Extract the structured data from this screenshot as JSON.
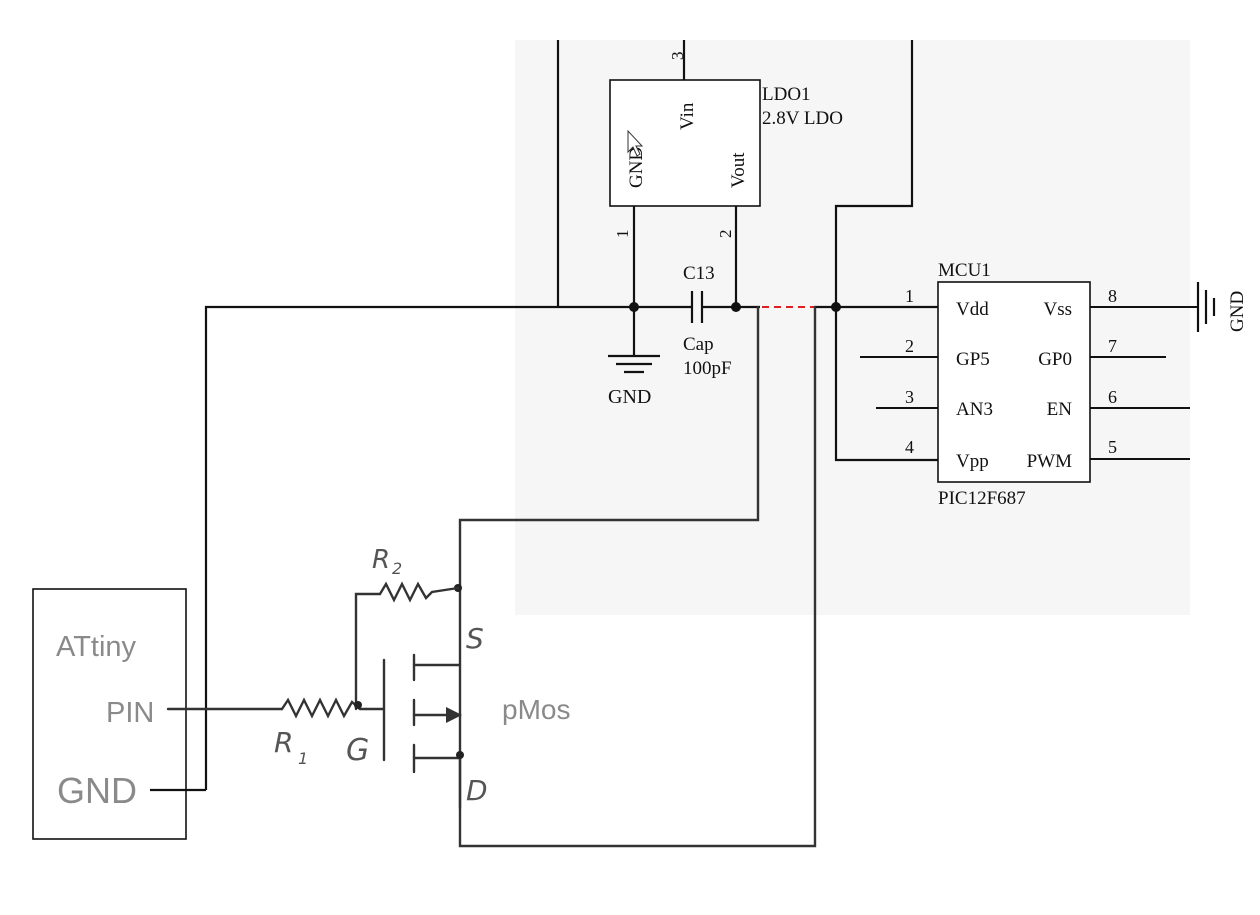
{
  "ldo": {
    "ref": "LDO1",
    "value": "2.8V LDO",
    "pin_vin": "Vin",
    "pin_gnd": "GND",
    "pin_vout": "Vout",
    "pin_num_top": "3",
    "pin_num_left": "1",
    "pin_num_right": "2"
  },
  "capacitor": {
    "ref": "C13",
    "type": "Cap",
    "value": "100pF"
  },
  "gnd_label": "GND",
  "mcu": {
    "ref": "MCU1",
    "part": "PIC12F687",
    "left_pins": [
      {
        "num": "1",
        "name": "Vdd"
      },
      {
        "num": "2",
        "name": "GP5"
      },
      {
        "num": "3",
        "name": "AN3"
      },
      {
        "num": "4",
        "name": "Vpp"
      }
    ],
    "right_pins": [
      {
        "num": "8",
        "name": "Vss"
      },
      {
        "num": "7",
        "name": "GP0"
      },
      {
        "num": "6",
        "name": "EN"
      },
      {
        "num": "5",
        "name": "PWM"
      }
    ],
    "vss_gnd_label": "GND"
  },
  "attiny": {
    "title": "ATtiny",
    "pin": "PIN",
    "gnd": "GND"
  },
  "mosfet": {
    "label": "pMos",
    "source": "S",
    "gate": "G",
    "drain": "D"
  },
  "resistors": {
    "r1": "R",
    "r1_sub": "1",
    "r2": "R",
    "r2_sub": "2"
  },
  "colors": {
    "schematic_ink": "#111111",
    "annotation_gray": "#8a8a8a",
    "dashed_link": "#e02020",
    "panel_bg": "#f5f5f5"
  }
}
